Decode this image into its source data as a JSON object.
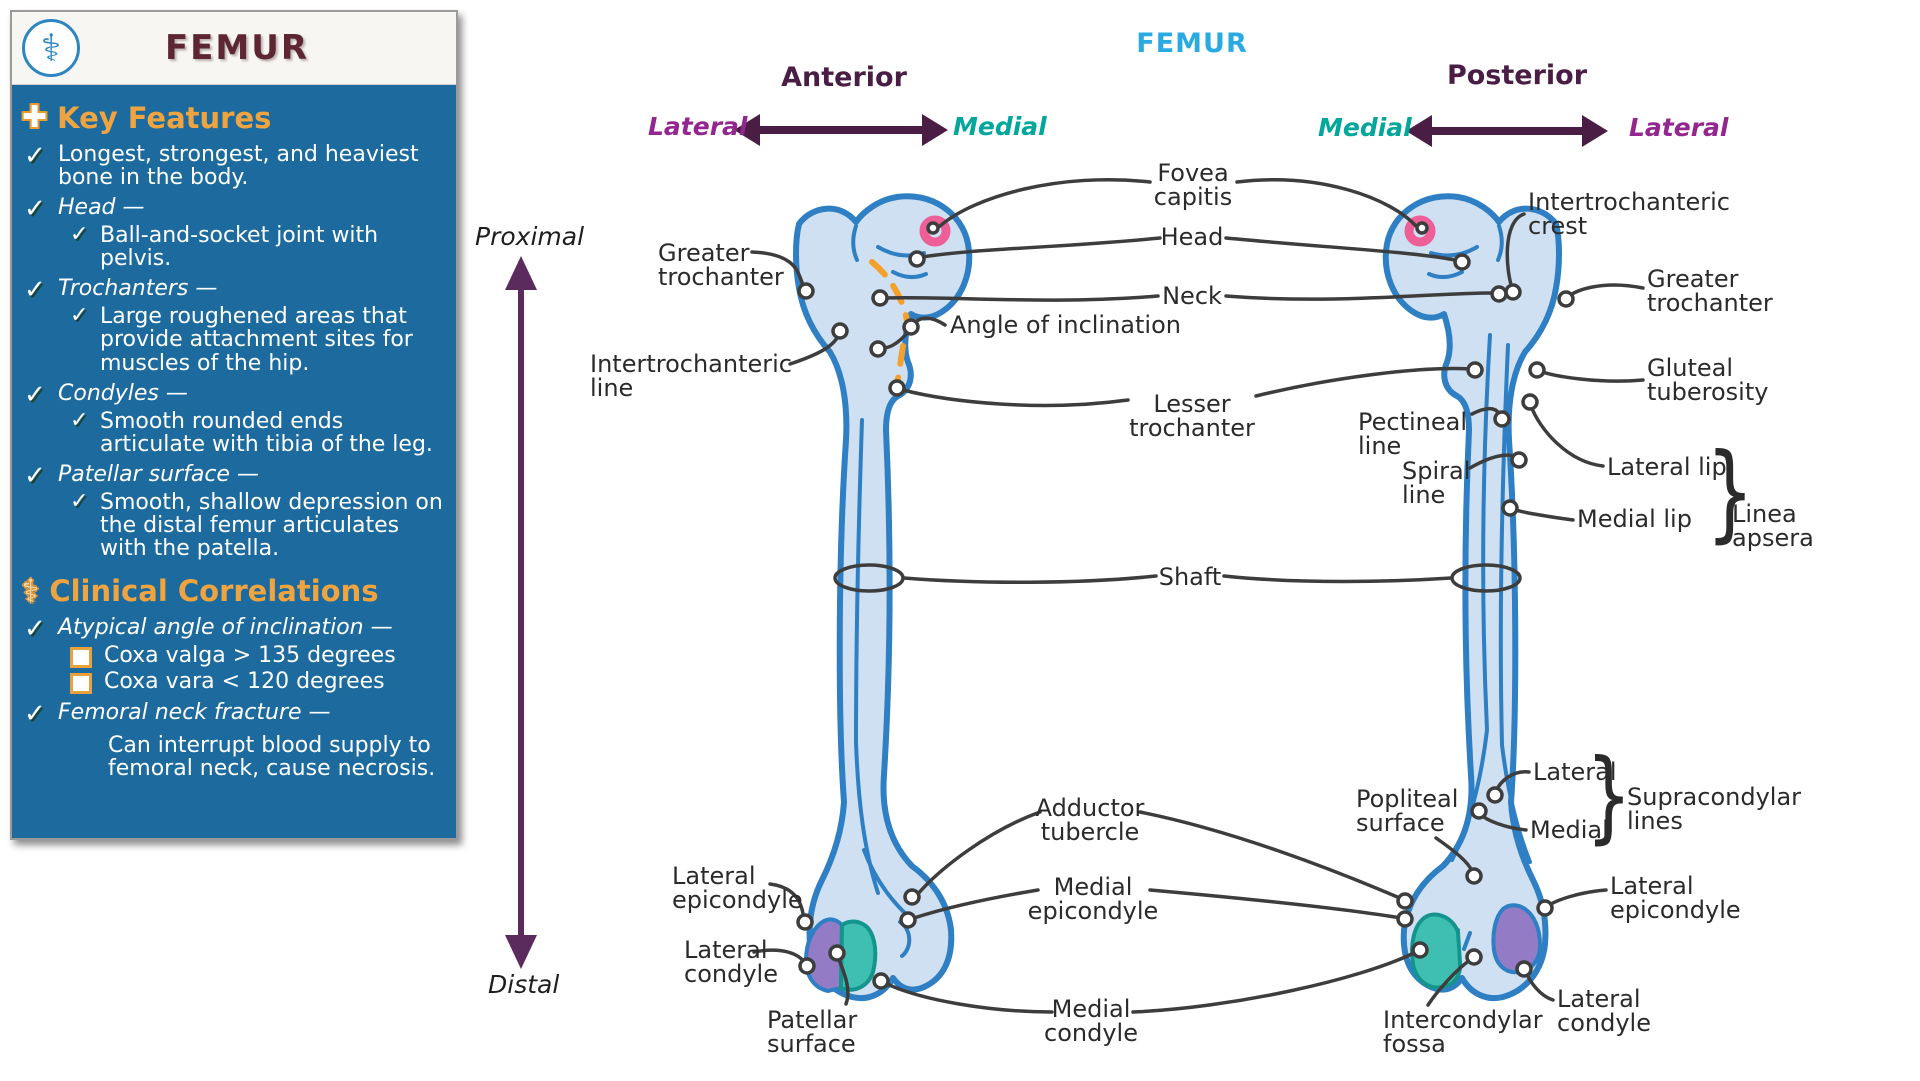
{
  "colors": {
    "sidebar_blue": "#1d6b9e",
    "accent_orange": "#f0a440",
    "panel_title_maroon": "#5e2633",
    "diagram_title_cyan": "#29abe2",
    "direction_purple": "#93278f",
    "direction_teal": "#00a79a",
    "header_plum": "#4a1d45",
    "axis_plum": "#5b2b5e",
    "bone_outline_blue": "#2e7fc4",
    "bone_fill_blue": "#cfe0f2",
    "patch_teal": "#3fbfb2",
    "patch_purple": "#937bc6",
    "fovea_pink": "#ee5f97",
    "leader_gray": "#3d3d3d",
    "angle_dash_orange": "#f5a02b"
  },
  "sidebar": {
    "title": "FEMUR",
    "logo_glyph": "⚕",
    "check_glyph": "✓",
    "key_features": {
      "icon_glyph": "✚",
      "heading": "Key Features",
      "items": [
        {
          "text": "Longest, strongest, and heaviest bone in the body."
        },
        {
          "text": "Head —"
        },
        {
          "text": "Ball-and-socket joint with pelvis."
        },
        {
          "text": "Trochanters —"
        },
        {
          "text": "Large roughened areas that provide attachment sites for muscles of the hip."
        },
        {
          "text": "Condyles —"
        },
        {
          "text": "Smooth rounded ends articulate with tibia of the leg."
        },
        {
          "text": "Patellar surface —"
        },
        {
          "text": "Smooth, shallow depression on the distal femur articulates with the patella."
        }
      ]
    },
    "clinical_correlations": {
      "icon_glyph": "⚕",
      "heading": "Clinical Correlations",
      "items": [
        {
          "text": "Atypical angle of inclination —"
        },
        {
          "text": "Coxa valga > 135 degrees"
        },
        {
          "text": "Coxa vara < 120 degrees"
        },
        {
          "text": "Femoral neck fracture —"
        },
        {
          "text": "Can interrupt blood supply to femoral neck, cause necrosis."
        }
      ]
    }
  },
  "diagram": {
    "title": "FEMUR",
    "anterior_view": {
      "heading": "Anterior",
      "left_direction": "Lateral",
      "right_direction": "Medial"
    },
    "posterior_view": {
      "heading": "Posterior",
      "left_direction": "Medial",
      "right_direction": "Lateral"
    },
    "axis": {
      "top": "Proximal",
      "bottom": "Distal"
    },
    "braces": {
      "glyph": "}"
    },
    "labels": {
      "fovea_capitis": {
        "lines": [
          "Fovea",
          "capitis"
        ]
      },
      "head": {
        "lines": [
          "Head"
        ]
      },
      "neck": {
        "lines": [
          "Neck"
        ]
      },
      "angle_of_inclination": {
        "lines": [
          "Angle of inclination"
        ]
      },
      "lesser_trochanter": {
        "lines": [
          "Lesser",
          "trochanter"
        ]
      },
      "shaft": {
        "lines": [
          "Shaft"
        ]
      },
      "adductor_tubercle": {
        "lines": [
          "Adductor",
          "tubercle"
        ]
      },
      "medial_epicondyle": {
        "lines": [
          "Medial",
          "epicondyle"
        ]
      },
      "medial_condyle": {
        "lines": [
          "Medial",
          "condyle"
        ]
      },
      "greater_trochanter_anterior": {
        "lines": [
          "Greater",
          "trochanter"
        ]
      },
      "intertrochanteric_line": {
        "lines": [
          "Intertrochanteric",
          "line"
        ]
      },
      "lateral_epicondyle_anterior": {
        "lines": [
          "Lateral",
          "epicondyle"
        ]
      },
      "lateral_condyle_anterior": {
        "lines": [
          "Lateral",
          "condyle"
        ]
      },
      "patellar_surface": {
        "lines": [
          "Patellar",
          "surface"
        ]
      },
      "intertrochanteric_crest": {
        "lines": [
          "Intertrochanteric",
          "crest"
        ]
      },
      "greater_trochanter_posterior": {
        "lines": [
          "Greater",
          "trochanter"
        ]
      },
      "gluteal_tuberosity": {
        "lines": [
          "Gluteal",
          "tuberosity"
        ]
      },
      "pectineal_line": {
        "lines": [
          "Pectineal",
          "line"
        ]
      },
      "spiral_line": {
        "lines": [
          "Spiral",
          "line"
        ]
      },
      "lateral_lip": {
        "lines": [
          "Lateral lip"
        ]
      },
      "medial_lip": {
        "lines": [
          "Medial lip"
        ]
      },
      "linea_apsera": {
        "lines": [
          "Linea",
          "apsera"
        ]
      },
      "popliteal_surface": {
        "lines": [
          "Popliteal",
          "surface"
        ]
      },
      "supracondylar_lateral": {
        "lines": [
          "Lateral"
        ]
      },
      "supracondylar_medial": {
        "lines": [
          "Medial"
        ]
      },
      "supracondylar_lines": {
        "lines": [
          "Supracondylar",
          "lines"
        ]
      },
      "lateral_epicondyle_posterior": {
        "lines": [
          "Lateral",
          "epicondyle"
        ]
      },
      "lateral_condyle_posterior": {
        "lines": [
          "Lateral",
          "condyle"
        ]
      },
      "intercondylar_fossa": {
        "lines": [
          "Intercondylar",
          "fossa"
        ]
      }
    }
  }
}
